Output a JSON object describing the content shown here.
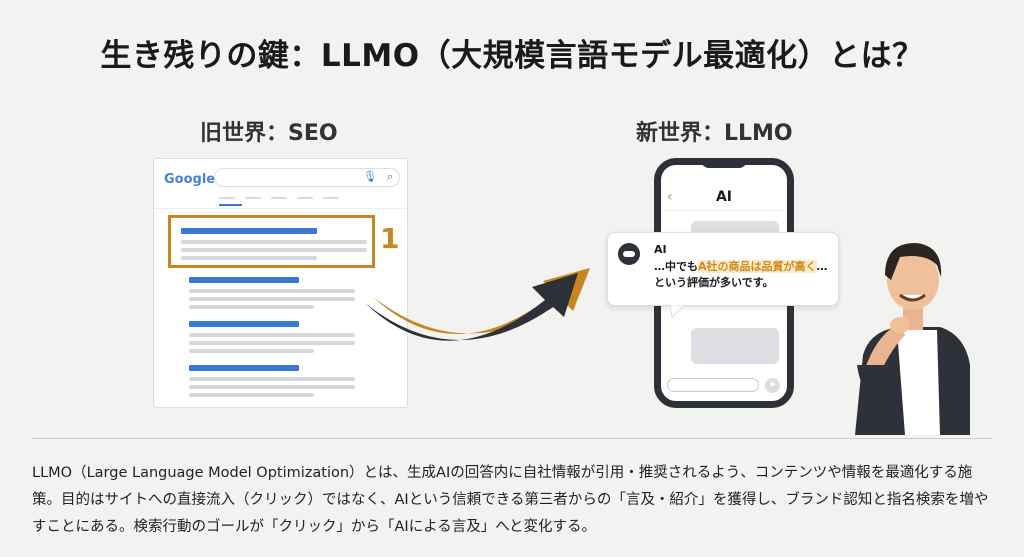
{
  "title": "生き残りの鍵：LLMO（大規模言語モデル最適化）とは？",
  "old_world": {
    "heading": "旧世界：SEO",
    "logo": "Google",
    "rank": "1"
  },
  "new_world": {
    "heading": "新世界：LLMO",
    "app_title": "AI",
    "back": "‹",
    "bubble": {
      "name": "AI",
      "line1_pre": "…中でも",
      "line1_highlight": "A社の商品は品質が高く",
      "line1_post": "…",
      "line2": "という評価が多いです。"
    }
  },
  "description": "LLMO（Large Language Model Optimization）とは、生成AIの回答内に自社情報が引用・推奨されるよう、コンテンツや情報を最適化する施策。目的はサイトへの直接流入（クリック）ではなく、AIという信頼できる第三者からの「言及・紹介」を獲得し、ブランド認知と指名検索を増やすことにある。検索行動のゴールが「クリック」から「AIによる言及」へと変化する。",
  "colors": {
    "accent": "#c7861f",
    "link": "#3b77d8",
    "dark": "#2c3238"
  }
}
